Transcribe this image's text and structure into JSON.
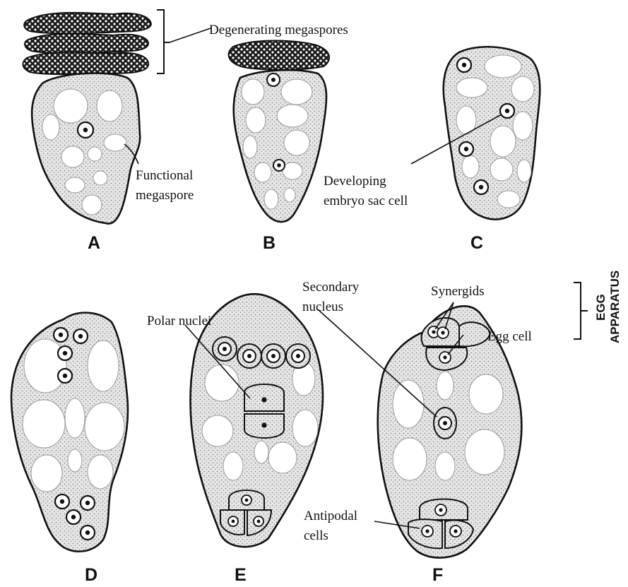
{
  "labels": {
    "degenerating": "Degenerating megaspores",
    "functional_1": "Functional",
    "functional_2": "megaspore",
    "developing_1": "Developing",
    "developing_2": "embryo sac cell",
    "polar": "Polar nuclei",
    "secondary_1": "Secondary",
    "secondary_2": "nucleus",
    "synergids": "Synergids",
    "egg_cell": "Egg cell",
    "egg_apparatus_1": "EGG",
    "egg_apparatus_2": "APPARATUS",
    "antipodal_1": "Antipodal",
    "antipodal_2": "cells"
  },
  "stages": [
    "A",
    "B",
    "C",
    "D",
    "E",
    "F"
  ],
  "colors": {
    "ink": "#111111",
    "stipple": "#d9d9d9",
    "vacuole": "#ffffff"
  }
}
